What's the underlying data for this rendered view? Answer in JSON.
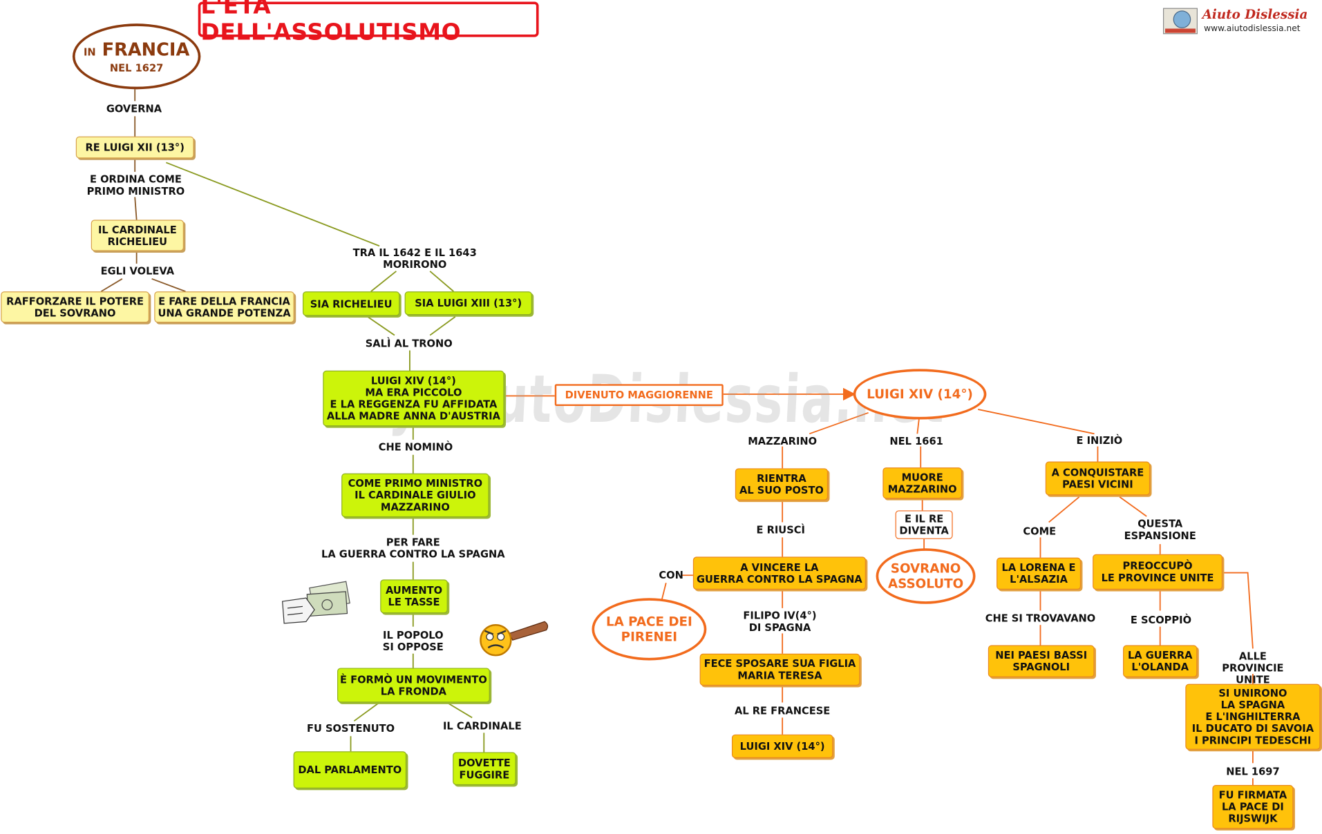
{
  "title": "L'ETÀ DELL'ASSOLUTISMO",
  "logo": {
    "brand": "Aiuto Dislessia",
    "url": "www.aiutodislessia.net"
  },
  "watermark": "By AiutoDislessia.net",
  "francia": {
    "small": "IN",
    "big": "FRANCIA",
    "year": "NEL 1627"
  },
  "labels": {
    "governa": "GOVERNA",
    "ordina": "E ORDINA COME\nPRIMO MINISTRO",
    "voleva": "EGLI VOLEVA",
    "morirono": "TRA IL 1642 E IL 1643\nMORIRONO",
    "trono": "SALÌ AL TRONO",
    "nomino": "CHE NOMINÒ",
    "perfare": "PER FARE\nLA GUERRA CONTRO LA SPAGNA",
    "popolo": "IL POPOLO\nSI OPPOSE",
    "sostenuto": "FU SOSTENUTO",
    "cardinale": "IL CARDINALE",
    "mazzarino": "MAZZARINO",
    "nel1661": "NEL 1661",
    "inizio": "E INIZIÒ",
    "riusci": "E RIUSCÌ",
    "con": "CON",
    "filipo": "FILIPO IV(4°)\nDI SPAGNA",
    "alre": "AL RE FRANCESE",
    "come": "COME",
    "questa": "QUESTA\nESPANSIONE",
    "trovavano": "CHE SI TROVAVANO",
    "scoppio": "E SCOPPIÒ",
    "alleprov": "ALLE PROVINCIE\nUNITE",
    "nel1697": "NEL 1697"
  },
  "nodes": {
    "luigi13": "RE LUIGI XII (13°)",
    "richelieu": "IL CARDINALE\nRICHELIEU",
    "rafforzare": "RAFFORZARE IL POTERE\nDEL SOVRANO",
    "grande": "E FARE DELLA FRANCIA\nUNA GRANDE POTENZA",
    "siarich": "SIA RICHELIEU",
    "sialuigi": "SIA LUIGI XIII (13°)",
    "luigi14a": "LUIGI XIV (14°)\nMA ERA PICCOLO\nE LA REGGENZA FU AFFIDATA\nALLA MADRE ANNA D'AUSTRIA",
    "primomin": "COME PRIMO MINISTRO\nIL CARDINALE GIULIO\nMAZZARINO",
    "tasse": "AUMENTO\nLE TASSE",
    "fronda": "È FORMÒ UN MOVIMENTO\nLA FRONDA",
    "parlamento": "DAL PARLAMENTO",
    "fuggire": "DOVETTE\nFUGGIRE",
    "maggiorenne": "DIVENUTO MAGGIORENNE",
    "luigi14b": "LUIGI XIV (14°)",
    "rientra": "RIENTRA\nAL SUO POSTO",
    "vincere": "A VINCERE LA\nGUERRA CONTRO LA SPAGNA",
    "pirenei": "LA PACE DEI\nPIRENEI",
    "sposare": "FECE SPOSARE SUA FIGLIA\nMARIA TERESA",
    "luigi14c": "LUIGI XIV (14°)",
    "muore": "MUORE\nMAZZARINO",
    "rediventa": "E IL RE\nDIVENTA",
    "sovrano": "SOVRANO\nASSOLUTO",
    "conquistare": "A CONQUISTARE\nPAESI VICINI",
    "lorena": "LA LORENA E\nL'ALSAZIA",
    "paesibassi": "NEI PAESI BASSI\nSPAGNOLI",
    "preoccupo": "PREOCCUPÒ\nLE  PROVINCE  UNITE",
    "olanda": "LA GUERRA\nL'OLANDA",
    "unirono": "SI UNIRONO\nLA SPAGNA\nE L'INGHILTERRA\nIL DUCATO DI SAVOIA\nI PRINCIPI TEDESCHI",
    "rijswijk": "FU FIRMATA\nLA PACE DI\nRIJSWIJK"
  },
  "colors": {
    "yellow": "#fdf6a3",
    "green": "#ccf40a",
    "orange": "#ffc20a",
    "accent": "#f26b1d",
    "brown": "#8b3a0e",
    "red": "#e8141c"
  }
}
